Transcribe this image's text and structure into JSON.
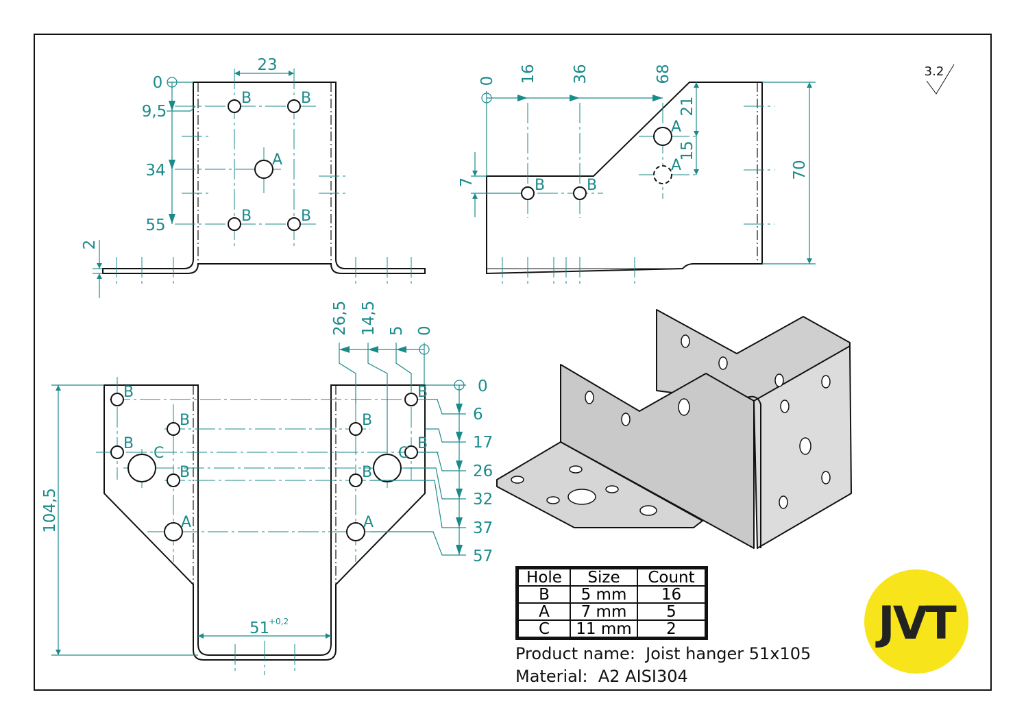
{
  "roughness": "3.2",
  "labels": {
    "A": "A",
    "B": "B",
    "C": "C"
  },
  "front_view": {
    "dims": {
      "origin": "0",
      "row1": "9,5",
      "row2": "34",
      "row3": "55",
      "spacing": "23",
      "thickness": "2"
    }
  },
  "side_view": {
    "dims": {
      "origin": "0",
      "x1": "16",
      "x2": "36",
      "x3": "68",
      "y1": "21",
      "y2": "15",
      "step": "7",
      "height": "70"
    }
  },
  "flat_view": {
    "top_dims": [
      "26,5",
      "14,5",
      "5",
      "0"
    ],
    "right_dims": [
      "0",
      "6",
      "17",
      "26",
      "32",
      "37",
      "57"
    ],
    "length": "104,5",
    "width": "51",
    "width_tolerance": "+0,2"
  },
  "hole_table": {
    "headers": [
      "Hole",
      "Size",
      "Count"
    ],
    "rows": [
      [
        "B",
        "5 mm",
        "16"
      ],
      [
        "A",
        "7 mm",
        "5"
      ],
      [
        "C",
        "11 mm",
        "2"
      ]
    ]
  },
  "product": {
    "name_label": "Product name:",
    "name": "Joist hanger 51x105",
    "material_label": "Material:",
    "material": "A2 AISI304"
  },
  "logo": {
    "text": "JVT",
    "color": "#f7e41b"
  },
  "colors": {
    "dimension": "#1a8a8a"
  }
}
